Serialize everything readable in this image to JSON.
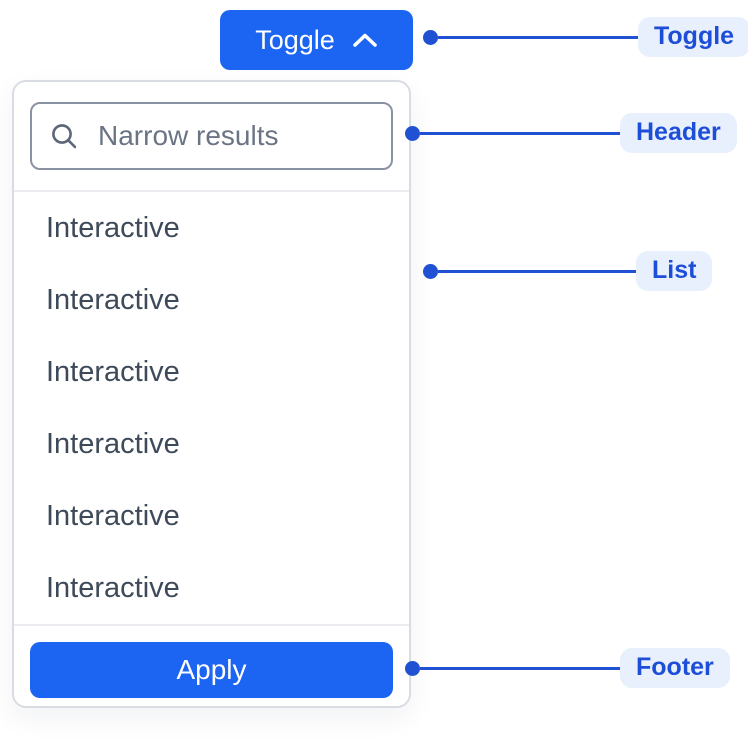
{
  "toggle_button": {
    "label": "Toggle",
    "icon": "chevron-up-icon"
  },
  "dropdown": {
    "header": {
      "search_placeholder": "Narrow results",
      "search_value": "",
      "icon": "search-icon"
    },
    "list": {
      "items": [
        "Interactive",
        "Interactive",
        "Interactive",
        "Interactive",
        "Interactive",
        "Interactive"
      ]
    },
    "footer": {
      "apply_label": "Apply"
    }
  },
  "annotations": [
    {
      "id": "toggle",
      "label": "Toggle"
    },
    {
      "id": "header",
      "label": "Header"
    },
    {
      "id": "list",
      "label": "List"
    },
    {
      "id": "footer",
      "label": "Footer"
    }
  ],
  "colors": {
    "primary_blue": "#1C64F2",
    "annotation_line_blue": "#2151D3",
    "annotation_text_blue": "#1D4ED8",
    "annotation_pill_bg": "#E8EFFD",
    "text_dark": "#3E4A59",
    "placeholder_gray": "#6B7484",
    "panel_border": "#D9DCE3",
    "input_border": "#8A93A4",
    "divider": "#EBEDF1"
  }
}
